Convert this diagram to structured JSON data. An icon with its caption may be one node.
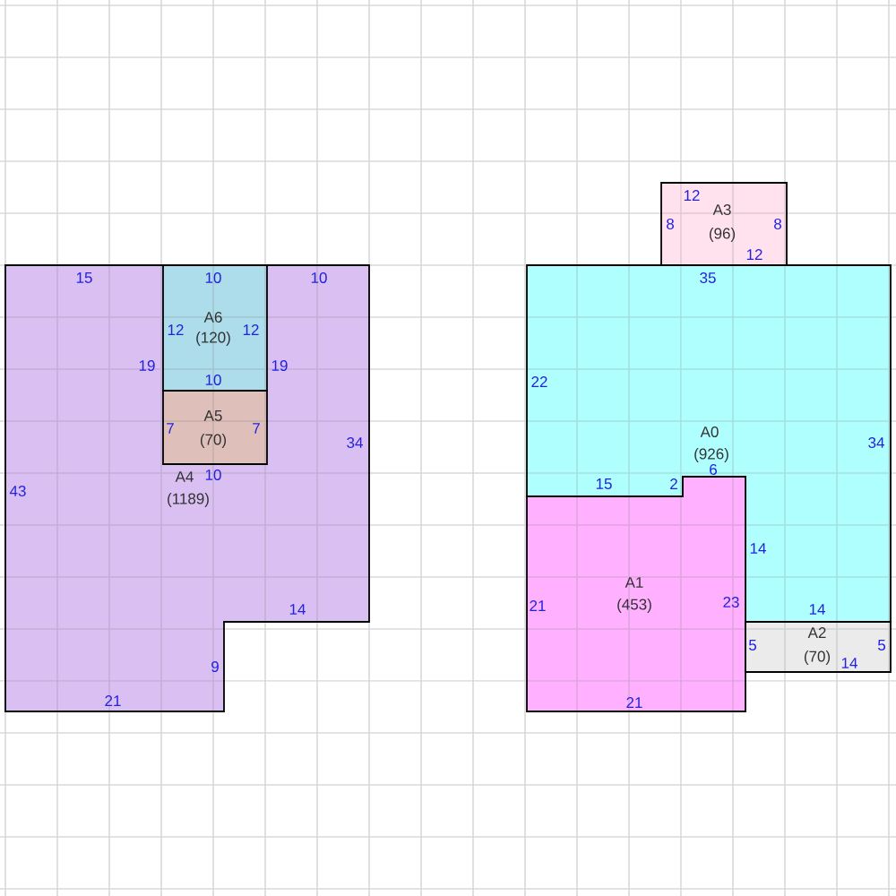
{
  "diagram": {
    "nodes": [
      {
        "text": [
          "15",
          "10",
          "19",
          "19",
          "34",
          "A4",
          "10",
          "43",
          "(1189)",
          "14",
          "9",
          "21"
        ]
      },
      {
        "text": [
          "10",
          "A6",
          "12",
          "(120)",
          "12",
          "10"
        ],
        "in": 0
      },
      {
        "text": [
          "A5",
          "7",
          "(70)",
          "7"
        ],
        "in": 0
      },
      {
        "text": [
          "12",
          "A3",
          "8",
          "(96)",
          "8",
          "12"
        ]
      },
      {
        "text": [
          "35",
          "22",
          "A0",
          "34",
          "(926)",
          "6",
          "15",
          "2",
          "14",
          "14"
        ]
      },
      {
        "text": [
          "A1",
          "21",
          "(453)",
          "23",
          "21"
        ]
      },
      {
        "text": [
          "A2",
          "5",
          "(70)",
          "14",
          "5"
        ]
      }
    ]
  }
}
